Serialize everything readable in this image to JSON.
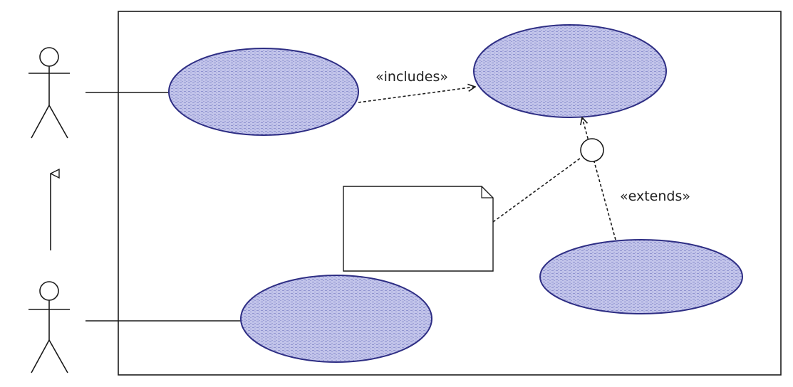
{
  "diagram": {
    "type": "uml-use-case",
    "relations": {
      "includes_label": "«includes»",
      "extends_label": "«extends»"
    },
    "colors": {
      "use_case_fill": "#a9acdc",
      "use_case_stroke": "#2e2e84",
      "line": "#1a1a1a"
    }
  }
}
